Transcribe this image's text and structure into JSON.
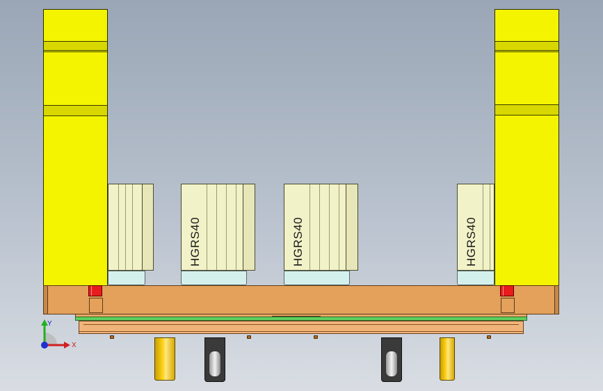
{
  "cylinders": [
    {
      "label": ""
    },
    {
      "label": "HGRS40"
    },
    {
      "label": "HGRS40"
    },
    {
      "label": "HGRS40"
    }
  ],
  "triad": {
    "x_label": "X",
    "y_label": "Y"
  },
  "colors": {
    "post": "#f4f400",
    "plate": "#e3a15b",
    "green_plate": "#5fcf5f",
    "stop": "#e81c1c",
    "background_top": "#9aa6b6",
    "background_bottom": "#d9dde3"
  }
}
